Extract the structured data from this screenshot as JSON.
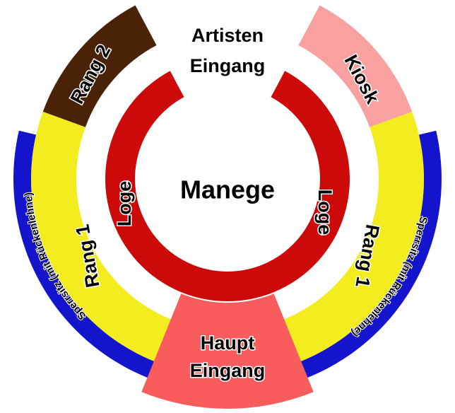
{
  "title": "Circus seating plan",
  "colors": {
    "loge": "#cc0a0a",
    "rang1": "#f3ec1e",
    "rang2": "#4a2208",
    "kiosk": "#f9a0a0",
    "sperrsitz": "#1414cc",
    "haupt": "#f85c5c"
  },
  "labels": {
    "manege": "Manege",
    "artisten_line1": "Artisten",
    "artisten_line2": "Eingang",
    "haupt_line1": "Haupt",
    "haupt_line2": "Eingang",
    "loge_left": "Loge",
    "loge_right": "Loge",
    "rang1_left": "Rang 1",
    "rang1_right": "Rang 1",
    "rang2": "Rang 2",
    "kiosk": "Kiosk",
    "sperrsitz_left": "Sperrsitz (mit Rückenlehne)",
    "sperrsitz_right": "Sperrsitz (mit Rückenlehne)"
  }
}
